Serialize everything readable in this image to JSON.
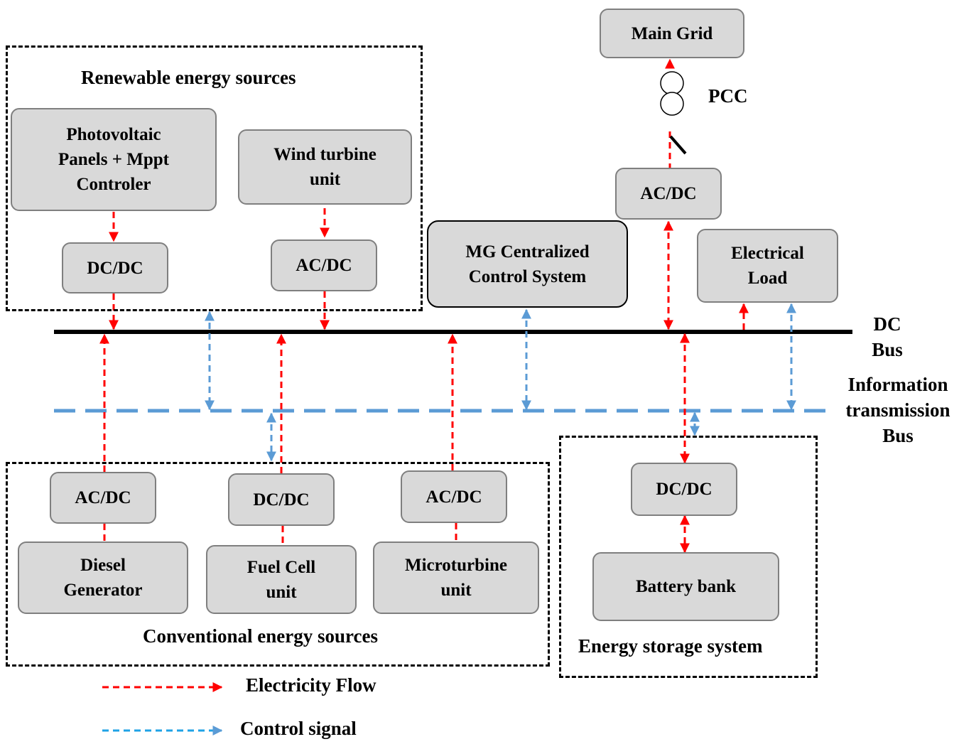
{
  "groups": {
    "renewable": "Renewable energy sources",
    "conventional": "Conventional energy sources",
    "storage": "Energy storage system"
  },
  "nodes": {
    "main_grid": "Main Grid",
    "pcc": "PCC",
    "grid_converter": "AC/DC",
    "pv": "Photovoltaic\nPanels + Mppt\nControler",
    "pv_converter": "DC/DC",
    "wind": "Wind turbine\nunit",
    "wind_converter": "AC/DC",
    "control_system": "MG Centralized\nControl System",
    "electrical_load": "Electrical\nLoad",
    "diesel_converter": "AC/DC",
    "diesel": "Diesel\nGenerator",
    "fuel_cell_converter": "DC/DC",
    "fuel_cell": "Fuel Cell\nunit",
    "microturbine_converter": "AC/DC",
    "microturbine": "Microturbine\nunit",
    "battery_converter": "DC/DC",
    "battery": "Battery bank"
  },
  "buses": {
    "dc_bus": "DC\nBus",
    "info_bus": "Information\ntransmission\nBus"
  },
  "legend": {
    "electricity_flow": "Electricity Flow",
    "control_signal": "Control signal"
  },
  "colors": {
    "electricity": "#ff0000",
    "control": "#5b9bd5",
    "dc_bus": "#000000",
    "box_fill": "#d9d9d9",
    "box_border": "#7f7f7f"
  }
}
